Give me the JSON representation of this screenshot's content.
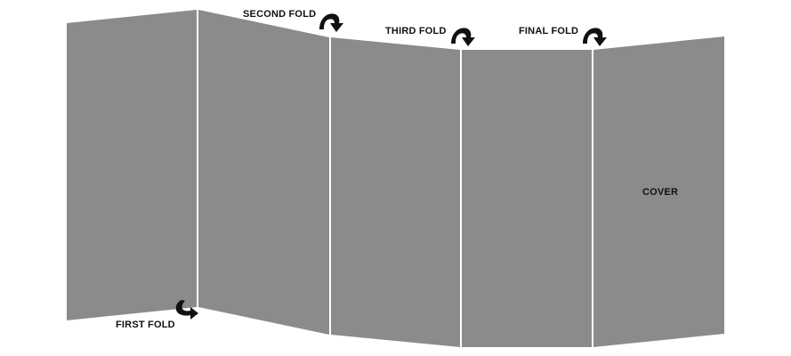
{
  "labels": {
    "first_fold": "FIRST FOLD",
    "second_fold": "SECOND FOLD",
    "third_fold": "THIRD FOLD",
    "final_fold": "FINAL FOLD",
    "cover": "COVER"
  },
  "icons": {
    "first_fold_arrow": "curved-arrow-right-down-icon",
    "second_fold_arrow": "curved-arrow-down-icon",
    "third_fold_arrow": "curved-arrow-down-icon",
    "final_fold_arrow": "curved-arrow-down-icon"
  },
  "colors": {
    "panel": "#8c8a8a",
    "background": "#ffffff",
    "label": "#111111",
    "arrow": "#111111"
  }
}
